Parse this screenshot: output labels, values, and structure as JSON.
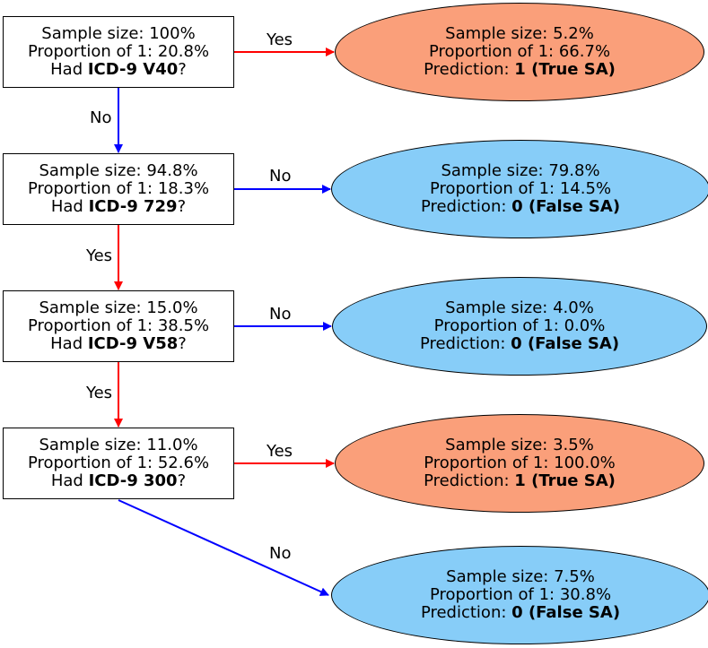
{
  "colors": {
    "yes_edge": "#ff0000",
    "no_edge": "#0000ff",
    "true_leaf": "#fa9f7a",
    "false_leaf": "#87cdf8"
  },
  "labels": {
    "sample_size": "Sample size:",
    "proportion": "Proportion of 1:",
    "had": "Had",
    "qmark": "?",
    "prediction": "Prediction:"
  },
  "decisions": [
    {
      "sample": "100%",
      "proportion": "20.8%",
      "code": "ICD-9 V40"
    },
    {
      "sample": "94.8%",
      "proportion": "18.3%",
      "code": "ICD-9 729"
    },
    {
      "sample": "15.0%",
      "proportion": "38.5%",
      "code": "ICD-9 V58"
    },
    {
      "sample": "11.0%",
      "proportion": "52.6%",
      "code": "ICD-9 300"
    }
  ],
  "leaves": [
    {
      "sample": "5.2%",
      "proportion": "66.7%",
      "prediction": "1 (True SA)",
      "kind": "true"
    },
    {
      "sample": "79.8%",
      "proportion": "14.5%",
      "prediction": "0 (False SA)",
      "kind": "false"
    },
    {
      "sample": "4.0%",
      "proportion": "0.0%",
      "prediction": "0 (False SA)",
      "kind": "false"
    },
    {
      "sample": "3.5%",
      "proportion": "100.0%",
      "prediction": "1 (True SA)",
      "kind": "true"
    },
    {
      "sample": "7.5%",
      "proportion": "30.8%",
      "prediction": "0 (False SA)",
      "kind": "false"
    }
  ],
  "edges": {
    "d0_leaf": "Yes",
    "d0_down": "No",
    "d1_leaf": "No",
    "d1_down": "Yes",
    "d2_leaf": "No",
    "d2_down": "Yes",
    "d3_leaf": "Yes",
    "d3_leaf2": "No"
  }
}
